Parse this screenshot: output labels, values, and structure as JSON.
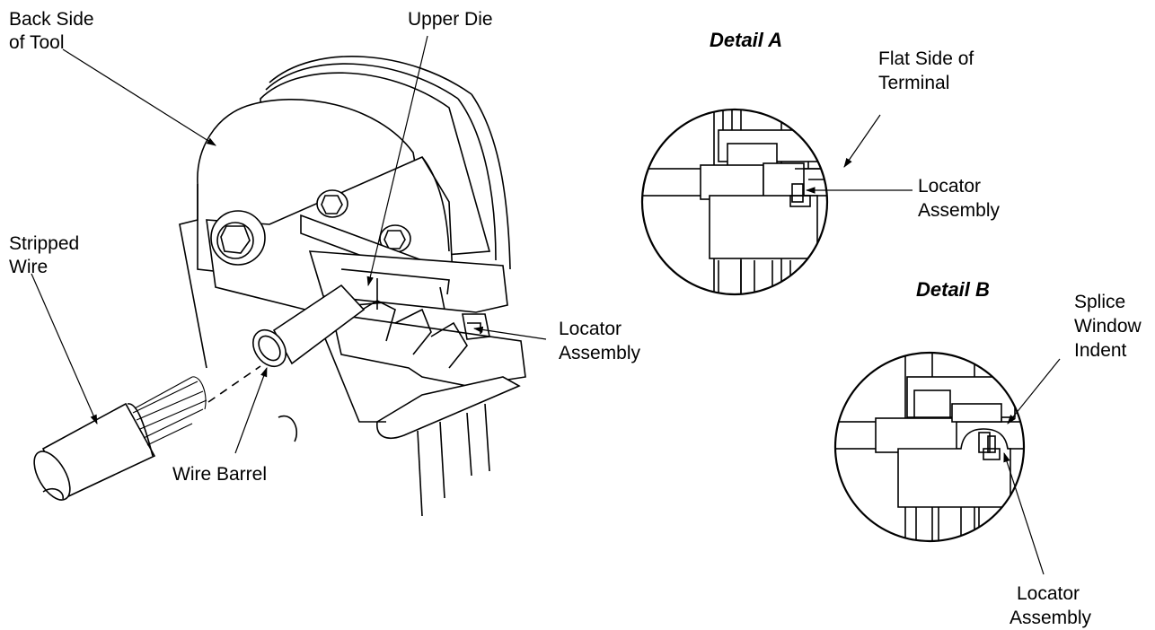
{
  "labels": {
    "back_side_of_tool": [
      "Back Side",
      "of Tool"
    ],
    "upper_die": "Upper Die",
    "stripped_wire": [
      "Stripped",
      "Wire"
    ],
    "wire_barrel": "Wire Barrel",
    "locator_assembly_main": [
      "Locator",
      "Assembly"
    ]
  },
  "detail_a": {
    "title": "Detail A",
    "flat_side_of_terminal": [
      "Flat Side of",
      "Terminal"
    ],
    "locator_assembly": [
      "Locator",
      "Assembly"
    ]
  },
  "detail_b": {
    "title": "Detail B",
    "splice_window_indent": [
      "Splice",
      "Window",
      "Indent"
    ],
    "locator_assembly": [
      "Locator",
      "Assembly"
    ]
  }
}
